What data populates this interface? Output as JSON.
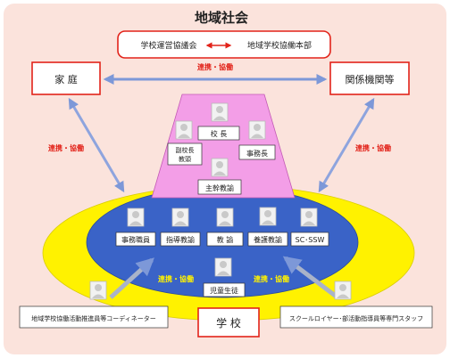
{
  "title": "地域社会",
  "council": {
    "left": "学校運営協議会",
    "right": "地域学校協働本部"
  },
  "home": "家 庭",
  "agencies": "関係機関等",
  "school": "学 校",
  "link_label": "連携・協働",
  "staff": {
    "principal": "校 長",
    "vice_principal_line1": "副校長",
    "vice_principal_line2": "教頭",
    "office_manager": "事務長",
    "chief_teacher": "主幹教諭",
    "office_staff": "事務職員",
    "guidance_teacher": "指導教諭",
    "teacher": "教 諭",
    "nurse_teacher": "養護教諭",
    "sc_ssw": "SC･SSW",
    "students": "児童生徒"
  },
  "coordinator": "地域学校協働活動推進員等コーディネーター",
  "specialist": "スクールロイヤー･部活動指導員等専門スタッフ",
  "colors": {
    "background": "#fbe3dc",
    "frame_red": "#e2231a",
    "yellow": "#fff200",
    "blue": "#3a63c7",
    "pink": "#f39ee7",
    "arrow_blue": "#6f8fd6"
  }
}
